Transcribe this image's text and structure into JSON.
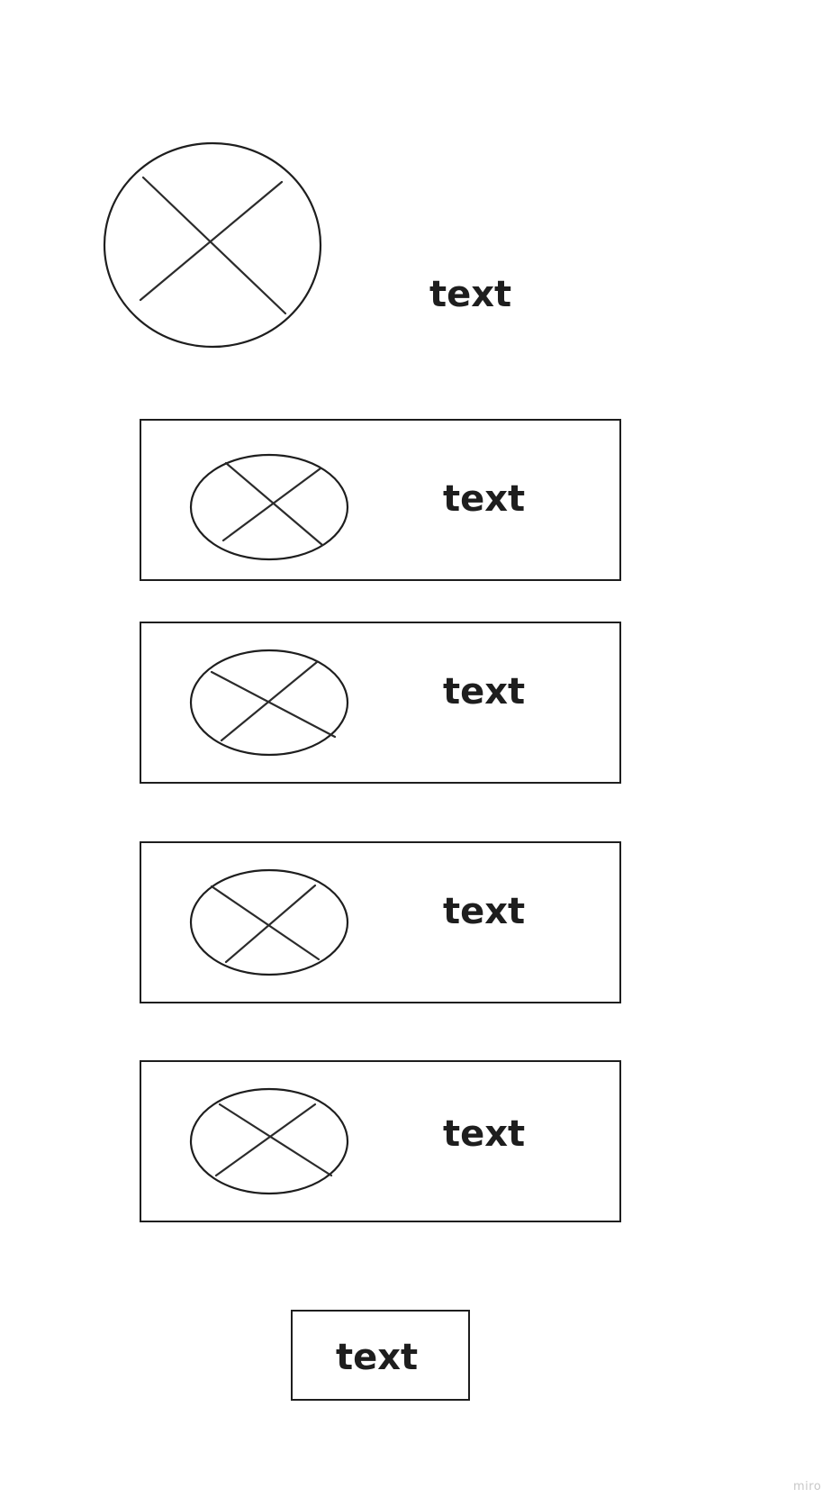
{
  "diagram": {
    "header": {
      "label": "text",
      "icon": "image-placeholder-icon"
    },
    "rows": [
      {
        "label": "text",
        "icon": "image-placeholder-icon"
      },
      {
        "label": "text",
        "icon": "image-placeholder-icon"
      },
      {
        "label": "text",
        "icon": "image-placeholder-icon"
      },
      {
        "label": "text",
        "icon": "image-placeholder-icon"
      }
    ],
    "footer_button": {
      "label": "text"
    },
    "watermark": "miro"
  },
  "colors": {
    "stroke": "#1e1e1e",
    "text": "#1e1e1e",
    "background": "#ffffff",
    "watermark": "#c8c8c8"
  }
}
